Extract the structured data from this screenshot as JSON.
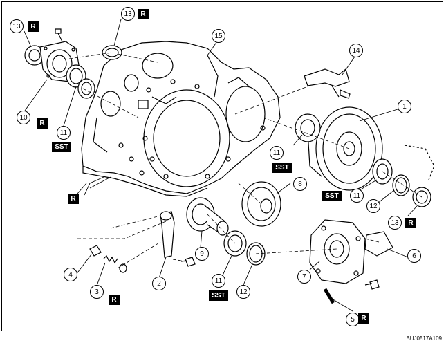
{
  "labels": {
    "tag_r": "R",
    "tag_sst": "SST"
  },
  "callouts": {
    "c1": "1",
    "c2": "2",
    "c3": "3",
    "c4": "4",
    "c5": "5",
    "c6": "6",
    "c7": "7",
    "c8": "8",
    "c9": "9",
    "c10": "10",
    "c11": "11",
    "c12": "12",
    "c13": "13",
    "c14": "14",
    "c15": "15"
  },
  "reference_code": "BUJ0517A109",
  "colors": {
    "line": "#000000",
    "background": "#ffffff",
    "tag_fill": "#000000",
    "tag_text": "#ffffff"
  }
}
